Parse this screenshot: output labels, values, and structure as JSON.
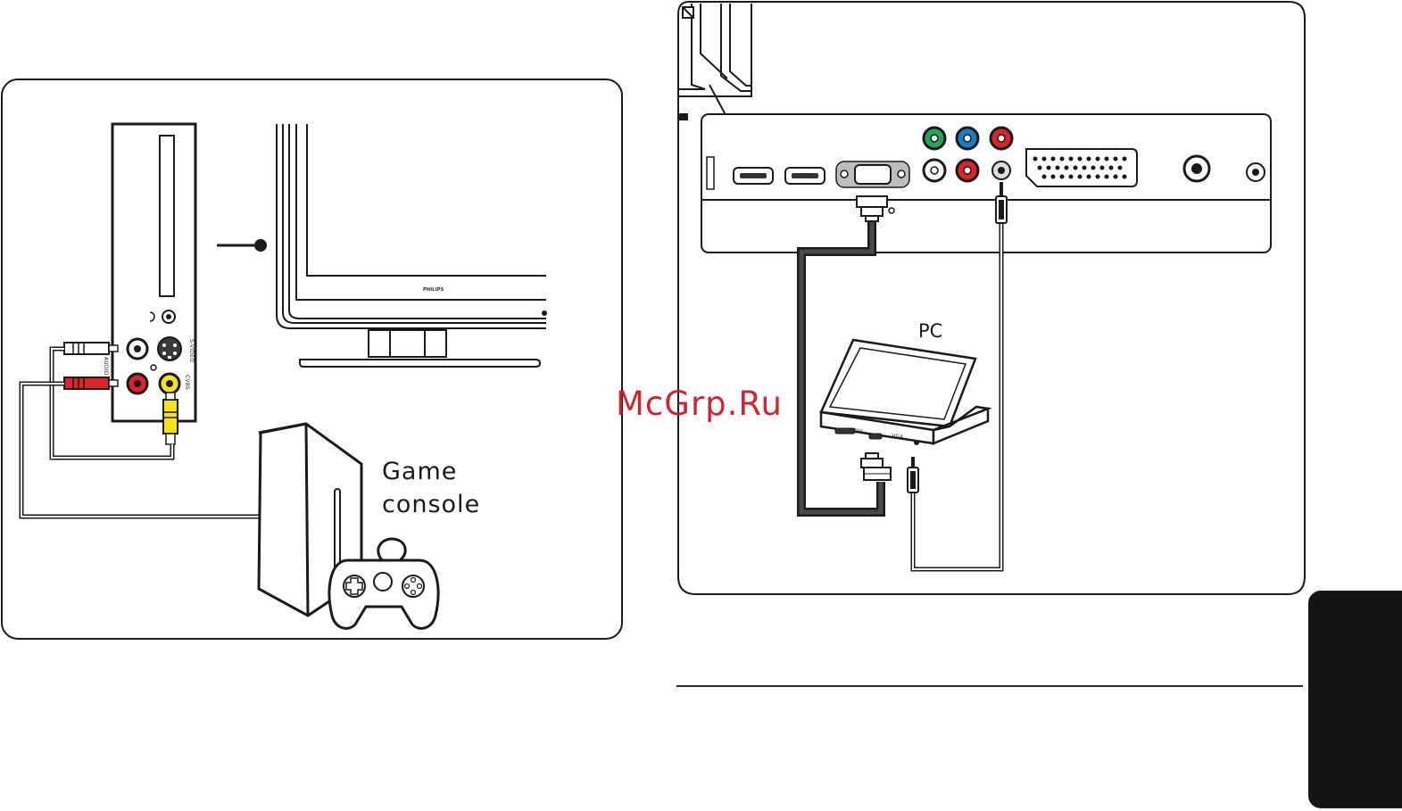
{
  "left_panel": {
    "game_label": "Game\nconsole",
    "port_labels": {
      "audio": "AUDIO",
      "s_video": "S-VIDEO",
      "cvbs": "CVBS"
    },
    "tv_brand": "PHILIPS"
  },
  "right_panel": {
    "pc_label": "PC",
    "laptop_ports": {
      "dvi": "DVI",
      "vga": "VGA"
    }
  },
  "watermark": "McGrp.Ru",
  "colors": {
    "outline": "#1a1a1a",
    "cable": "#444444",
    "cable_light": "#aaaaaa",
    "rca_white": "#ffffff",
    "rca_red": "#d8242a",
    "rca_yellow": "#f4e21c",
    "component_green": "#27a35a",
    "component_blue": "#1c7fc3",
    "watermark": "#c61d2a",
    "tab": "#151515"
  }
}
